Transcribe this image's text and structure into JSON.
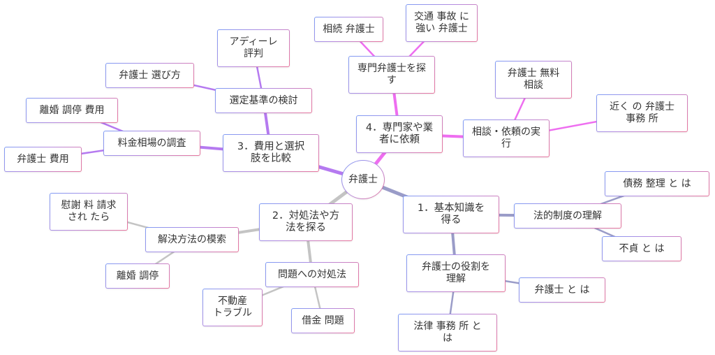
{
  "root": {
    "label": "弁護士"
  },
  "colors": {
    "branch1": "#9a9cc8",
    "branch2": "#c4c4c4",
    "branch3": "#b57af0",
    "branch4": "#ee6ef0"
  },
  "branches": [
    {
      "label": "1．基本知識を\n得る",
      "color_key": "branch1",
      "children": [
        {
          "label": "法的制度の理解",
          "children": [
            {
              "label": "債務 整理 と は"
            },
            {
              "label": "不貞 と は"
            }
          ]
        },
        {
          "label": "弁護士の役割を\n理解",
          "children": [
            {
              "label": "弁護士 と は"
            },
            {
              "label": "法律 事務 所 と\nは"
            }
          ]
        }
      ]
    },
    {
      "label": "2．対処法や方\n法を探る",
      "color_key": "branch2",
      "children": [
        {
          "label": "解決方法の模索",
          "children": [
            {
              "label": "慰謝 料 請求\nされ たら"
            },
            {
              "label": "離婚 調停"
            }
          ]
        },
        {
          "label": "問題への対処法",
          "children": [
            {
              "label": "不動産\nトラブル"
            },
            {
              "label": "借金 問題"
            }
          ]
        }
      ]
    },
    {
      "label": "3．費用と選択\n肢を比較",
      "color_key": "branch3",
      "children": [
        {
          "label": "料金相場の調査",
          "children": [
            {
              "label": "離婚 調停 費用"
            },
            {
              "label": "弁護士 費用"
            }
          ]
        },
        {
          "label": "選定基準の検討",
          "children": [
            {
              "label": "弁護士 選び方"
            },
            {
              "label": "アディーレ\n評判"
            }
          ]
        }
      ]
    },
    {
      "label": "4．専門家や業\n者に依頼",
      "color_key": "branch4",
      "children": [
        {
          "label": "専門弁護士を探\nす",
          "children": [
            {
              "label": "相続 弁護士"
            },
            {
              "label": "交通 事故 に\n強い 弁護士"
            }
          ]
        },
        {
          "label": "相談・依頼の実\n行",
          "children": [
            {
              "label": "弁護士 無料\n相談"
            },
            {
              "label": "近く の 弁護士\n事務 所"
            }
          ]
        }
      ]
    }
  ]
}
